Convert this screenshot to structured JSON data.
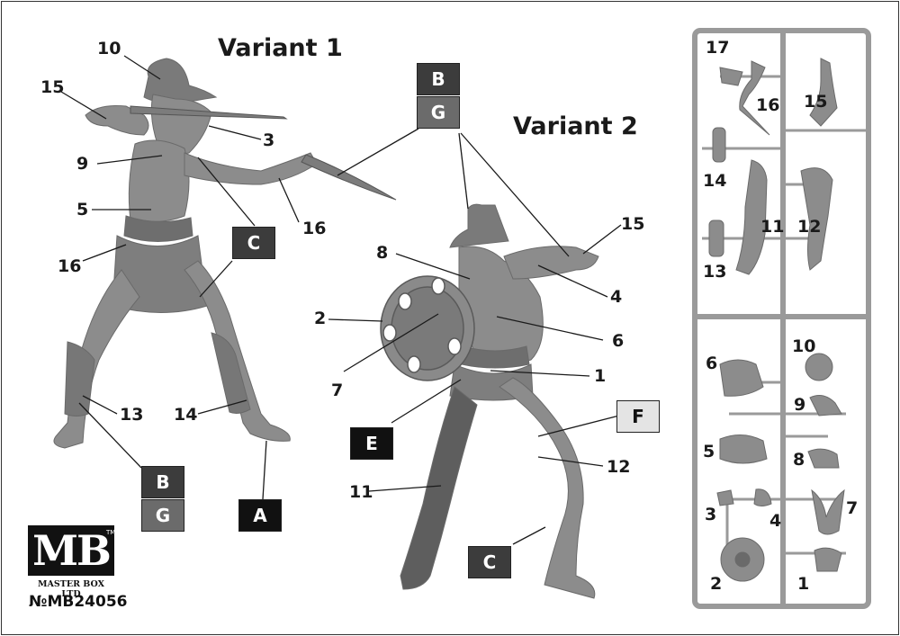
{
  "headings": {
    "variant1": "Variant 1",
    "variant2": "Variant 2"
  },
  "logo": {
    "mark": "MB",
    "trademark": "TM",
    "company": "MASTER BOX LTD",
    "code": "№MB24056"
  },
  "variant1_labels": {
    "n10": "10",
    "n15": "15",
    "n3": "3",
    "n9": "9",
    "n5": "5",
    "n16a": "16",
    "n16b": "16",
    "n13": "13",
    "n14": "14"
  },
  "variant1_colors": {
    "C": "C",
    "A": "A",
    "B": "B",
    "G": "G"
  },
  "variant2_labels": {
    "n8": "8",
    "n15": "15",
    "n4": "4",
    "n2": "2",
    "n6": "6",
    "n7": "7",
    "n1": "1",
    "n11": "11",
    "n12": "12"
  },
  "variant2_colors": {
    "B": "B",
    "G": "G",
    "E": "E",
    "F": "F",
    "C": "C"
  },
  "sprue_labels": {
    "n17": "17",
    "n16": "16",
    "n15": "15",
    "n14": "14",
    "n11": "11",
    "n12": "12",
    "n13": "13",
    "n6": "6",
    "n10": "10",
    "n9": "9",
    "n5": "5",
    "n8": "8",
    "n3": "3",
    "n4": "4",
    "n7": "7",
    "n2": "2",
    "n1": "1"
  },
  "palette": {
    "figure": "#8c8c8c",
    "figure_dark": "#5e5e5e",
    "line": "#1a1a1a",
    "sprue": "#9a9a9a"
  }
}
